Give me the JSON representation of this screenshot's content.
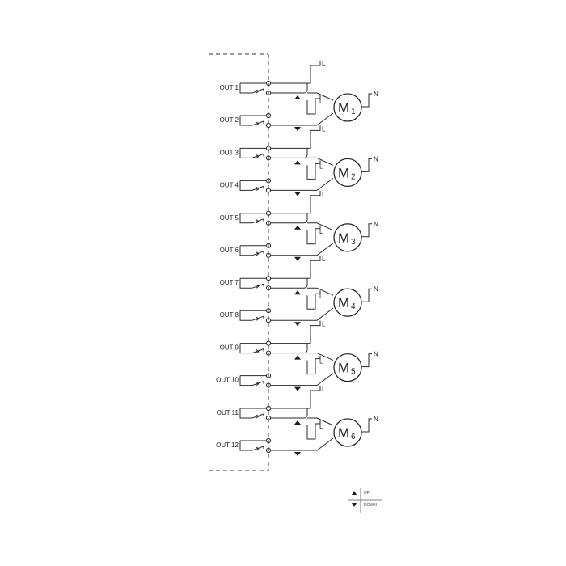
{
  "diagram": {
    "outputs": [
      "OUT 1",
      "OUT 2",
      "OUT 3",
      "OUT 4",
      "OUT 5",
      "OUT 6",
      "OUT 7",
      "OUT 8",
      "OUT 9",
      "OUT 10",
      "OUT 11",
      "OUT 12"
    ],
    "motors": [
      {
        "letter": "M",
        "index": "1"
      },
      {
        "letter": "M",
        "index": "2"
      },
      {
        "letter": "M",
        "index": "3"
      },
      {
        "letter": "M",
        "index": "4"
      },
      {
        "letter": "M",
        "index": "5"
      },
      {
        "letter": "M",
        "index": "6"
      }
    ],
    "line_label": "L",
    "neutral_label": "N"
  },
  "legend": {
    "up_label": "UP",
    "down_label": "DOWN"
  }
}
